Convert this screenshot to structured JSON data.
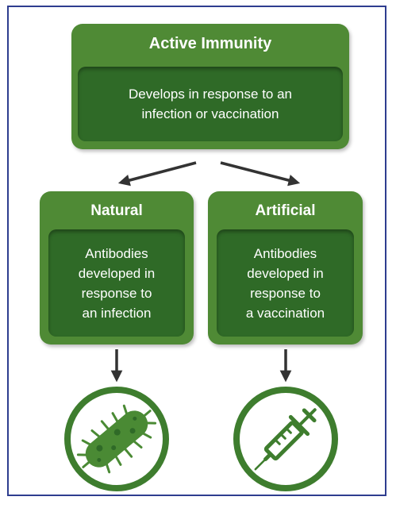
{
  "top": {
    "title": "Active Immunity",
    "description": "Develops in response to an\ninfection or vaccination"
  },
  "natural": {
    "title": "Natural",
    "description": "Antibodies\ndeveloped in\nresponse to\nan infection",
    "icon": "bacteria-icon"
  },
  "artificial": {
    "title": "Artificial",
    "description": "Antibodies\ndeveloped in\nresponse to\na vaccination",
    "icon": "syringe-icon"
  },
  "colors": {
    "box": "#4f8a35",
    "inner": "#2f6a27",
    "arrow": "#333333",
    "frame": "#2e3d8f"
  }
}
